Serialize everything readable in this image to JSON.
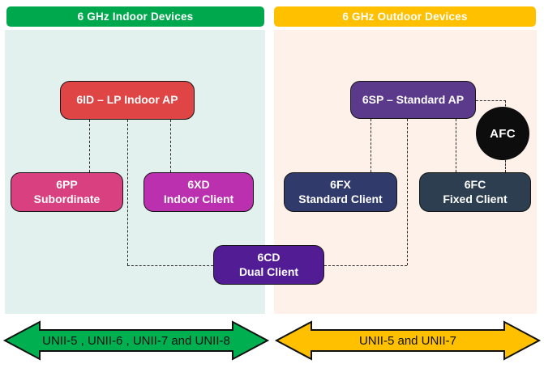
{
  "indoor": {
    "header": "6 GHz Indoor Devices",
    "nodes": {
      "ap": {
        "label": "6ID – LP Indoor AP"
      },
      "pp": {
        "code": "6PP",
        "label": "Subordinate"
      },
      "xd": {
        "code": "6XD",
        "label": "Indoor Client"
      }
    },
    "band_arrow": "UNII-5 , UNII-6 , UNII-7 and UNII-8"
  },
  "outdoor": {
    "header": "6 GHz Outdoor Devices",
    "nodes": {
      "ap": {
        "label": "6SP – Standard AP"
      },
      "fx": {
        "code": "6FX",
        "label": "Standard Client"
      },
      "fc": {
        "code": "6FC",
        "label": "Fixed Client"
      }
    },
    "afc_label": "AFC",
    "band_arrow": "UNII-5 and UNII-7"
  },
  "shared": {
    "dual": {
      "code": "6CD",
      "label": "Dual Client"
    }
  },
  "colors": {
    "indoor_header": "#00A84D",
    "outdoor_header": "#FFC000",
    "indoor_panel": "#E3F1EE",
    "outdoor_panel": "#FDF1EA",
    "node_6id": "#E04545",
    "node_6pp": "#D8407F",
    "node_6xd": "#BB30AE",
    "node_6sp": "#5B3A8C",
    "node_6fx": "#303A6B",
    "node_6fc": "#2C3E50",
    "node_6cd": "#521D94",
    "afc_circle": "#0D0D0D",
    "indoor_arrow": "#00B050",
    "outdoor_arrow": "#FFC000"
  }
}
